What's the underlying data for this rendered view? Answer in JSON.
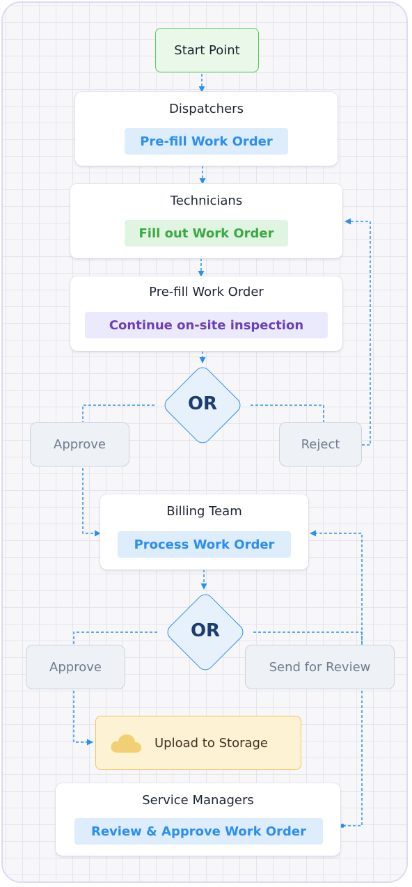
{
  "flow": {
    "start": {
      "label": "Start Point"
    },
    "dispatchers": {
      "title": "Dispatchers",
      "action": "Pre-fill Work Order"
    },
    "technicians": {
      "title": "Technicians",
      "action": "Fill out Work Order"
    },
    "prefill": {
      "title": "Pre-fill Work Order",
      "action": "Continue on-site inspection"
    },
    "decision_1": {
      "label": "OR",
      "approve": "Approve",
      "reject": "Reject"
    },
    "billing": {
      "title": "Billing Team",
      "action": "Process Work Order"
    },
    "decision_2": {
      "label": "OR",
      "approve": "Approve",
      "review": "Send for Review"
    },
    "storage": {
      "label": "Upload to Storage",
      "icon": "cloud-icon"
    },
    "managers": {
      "title": "Service Managers",
      "action": "Review & Approve Work Order"
    }
  },
  "colors": {
    "connector": "#2b8ef0",
    "pill_blue_text": "#2b8ef0",
    "pill_green_text": "#3aa843",
    "pill_purple_text": "#6d3fb8",
    "start_border": "#5cc85a",
    "storage_border": "#efc55a",
    "cloud": "#f2cf73"
  }
}
